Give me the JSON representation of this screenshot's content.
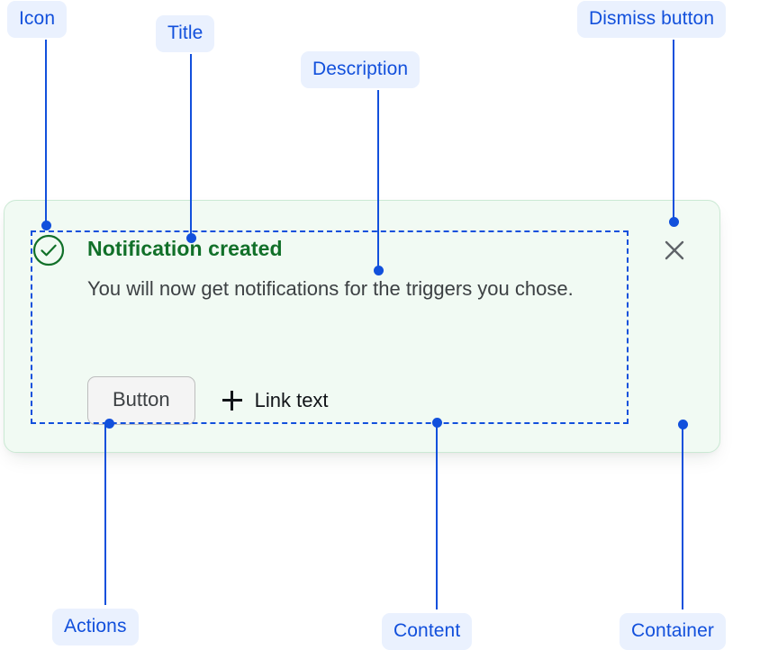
{
  "annotations": [
    {
      "id": "icon",
      "label": "Icon"
    },
    {
      "id": "title",
      "label": "Title"
    },
    {
      "id": "description",
      "label": "Description"
    },
    {
      "id": "dismiss_button",
      "label": "Dismiss button"
    },
    {
      "id": "actions",
      "label": "Actions"
    },
    {
      "id": "content",
      "label": "Content"
    },
    {
      "id": "container",
      "label": "Container"
    }
  ],
  "notification": {
    "status_icon": "check-circle-icon",
    "title": "Notification created",
    "description": "You will now get notifications for the triggers you chose.",
    "actions": {
      "button_label": "Button",
      "link_icon": "plus-icon",
      "link_label": "Link text"
    },
    "dismiss_icon": "close-icon"
  },
  "colors": {
    "annotation_blue": "#1250dc",
    "annotation_pill_bg": "#eaf1fe",
    "card_bg": "#f1faf3",
    "card_border": "#cbe9d4",
    "success_green": "#117029",
    "body_text": "#3c4043",
    "link_text": "#111418",
    "dismiss_gray": "#5f6368",
    "button_bg": "#f4f4f4",
    "button_border": "#bdbdbd"
  }
}
